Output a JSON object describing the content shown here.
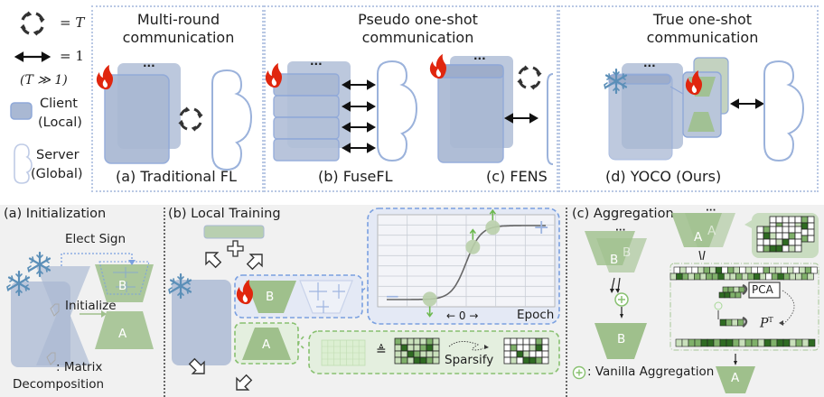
{
  "legend": {
    "rounds_label": "= T",
    "single_label": "= 1",
    "condition": "(T ≫ 1)",
    "client_label": "Client",
    "client_sub": "(Local)",
    "server_label": "Server",
    "server_sub": "(Global)",
    "icons": [
      "cycle-arrows-icon",
      "double-arrow-icon",
      "client-box-icon",
      "server-cloud-icon"
    ]
  },
  "top_panels": [
    {
      "heading_line1": "Multi-round",
      "heading_line2": "communication",
      "captions": [
        "(a) Traditional FL"
      ]
    },
    {
      "heading_line1": "Pseudo one-shot",
      "heading_line2": "communication",
      "captions": [
        "(b) FuseFL",
        "(c) FENS"
      ]
    },
    {
      "heading_line1": "True one-shot",
      "heading_line2": "communication",
      "captions": [
        "(d) YOCO (Ours)"
      ]
    }
  ],
  "ellipsis": "···",
  "bottom": {
    "init": {
      "title": "(a) Initialization",
      "elect_sign": "Elect Sign",
      "initialize": "Initialize",
      "matrix_b": "B",
      "matrix_a": "A",
      "note_line1": ": Matrix",
      "note_line2": "Decomposition"
    },
    "training": {
      "title": "(b) Local Training",
      "matrix_b": "B",
      "matrix_a": "A",
      "plot_zero": "← 0 →",
      "plot_xlabel": "Epoch",
      "plot_minus": "−",
      "plot_plus": "+",
      "equiv": "≜",
      "sparsify": "Sparsify"
    },
    "aggregation": {
      "title": "(c) Aggregation",
      "matrix_b": "B",
      "matrix_a": "A",
      "pca": "PCA",
      "ptrans": "P",
      "ptrans_sup": "T",
      "legend_text": ": Vanilla Aggregation"
    }
  },
  "colors": {
    "client_fill": "#a9b8d3",
    "client_border": "#8fa8d8",
    "cloud_stroke": "#9bb2db",
    "fire": "#e0260e",
    "snow": "#5b8fb8",
    "lora_green": "#9fc08c",
    "dark_green": "#3e7a2c",
    "panel_dot": "#b9c8e4",
    "blue_dash": "#7aa0e0",
    "green_dash": "#88c070"
  },
  "sparse_grid_1": [
    [
      2,
      1,
      1,
      1,
      1,
      2,
      1
    ],
    [
      1,
      3,
      1,
      1,
      2,
      3,
      1
    ],
    [
      1,
      1,
      3,
      2,
      1,
      1,
      1
    ],
    [
      1,
      2,
      1,
      3,
      3,
      2,
      1
    ]
  ],
  "sparse_grid_2": [
    [
      0,
      0,
      0,
      0,
      0,
      2,
      0
    ],
    [
      0,
      2,
      0,
      0,
      1,
      3,
      0
    ],
    [
      0,
      0,
      3,
      1,
      0,
      0,
      0
    ],
    [
      0,
      1,
      0,
      3,
      3,
      2,
      0
    ]
  ],
  "sigmoid_points": [
    {
      "epoch": -0.55,
      "dir": "down"
    },
    {
      "epoch": 0.1,
      "dir": "up"
    },
    {
      "epoch": 0.4,
      "dir": "up"
    }
  ]
}
